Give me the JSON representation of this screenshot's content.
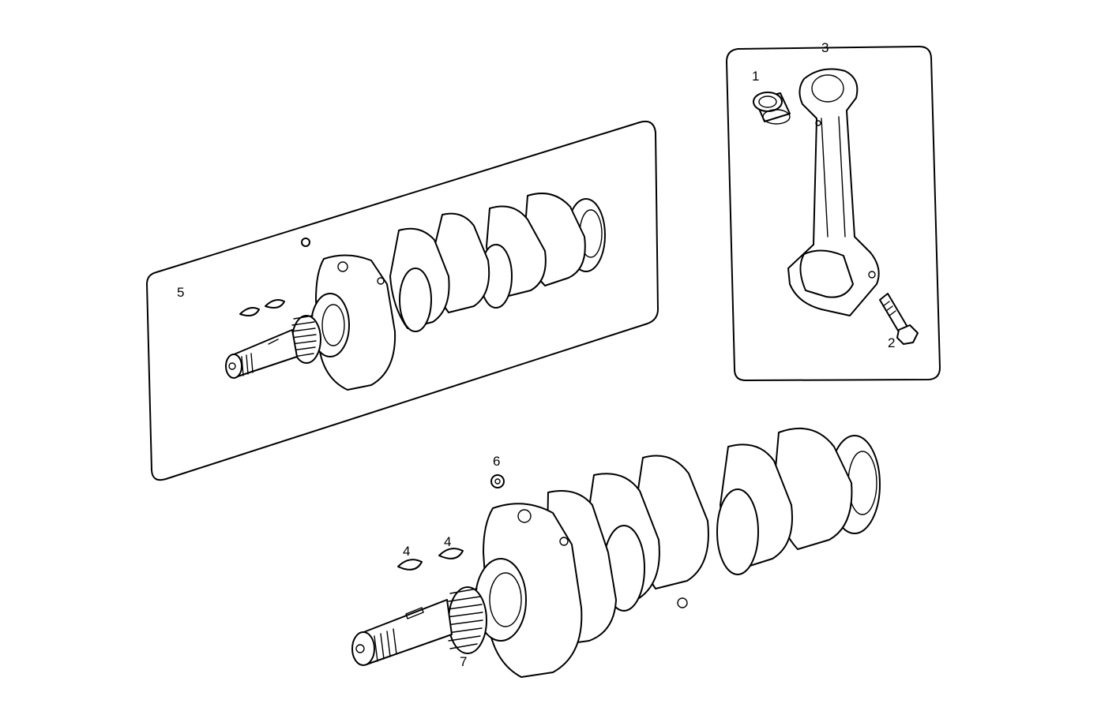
{
  "labels": {
    "l1": "1",
    "l2": "2",
    "l3": "3",
    "l4a": "4",
    "l4b": "4",
    "l5": "5",
    "l6": "6",
    "l7": "7"
  },
  "colors": {
    "line": "#000000",
    "background": "#ffffff"
  }
}
